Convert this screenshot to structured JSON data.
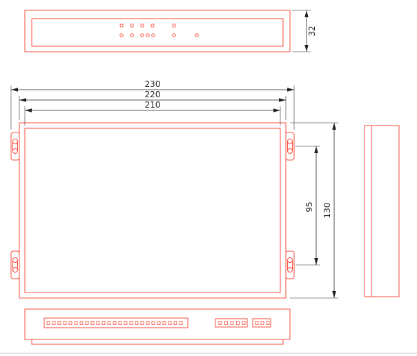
{
  "colors": {
    "line": "#fb4d3d",
    "dim": "#222222",
    "bg": "#ffffff",
    "sheet_edge": "#dddddd"
  },
  "dimensions": {
    "overall_width": "230",
    "body_width": "220",
    "inner_width": "210",
    "mount_hole_spacing": "95",
    "body_height": "130",
    "depth": "32"
  }
}
